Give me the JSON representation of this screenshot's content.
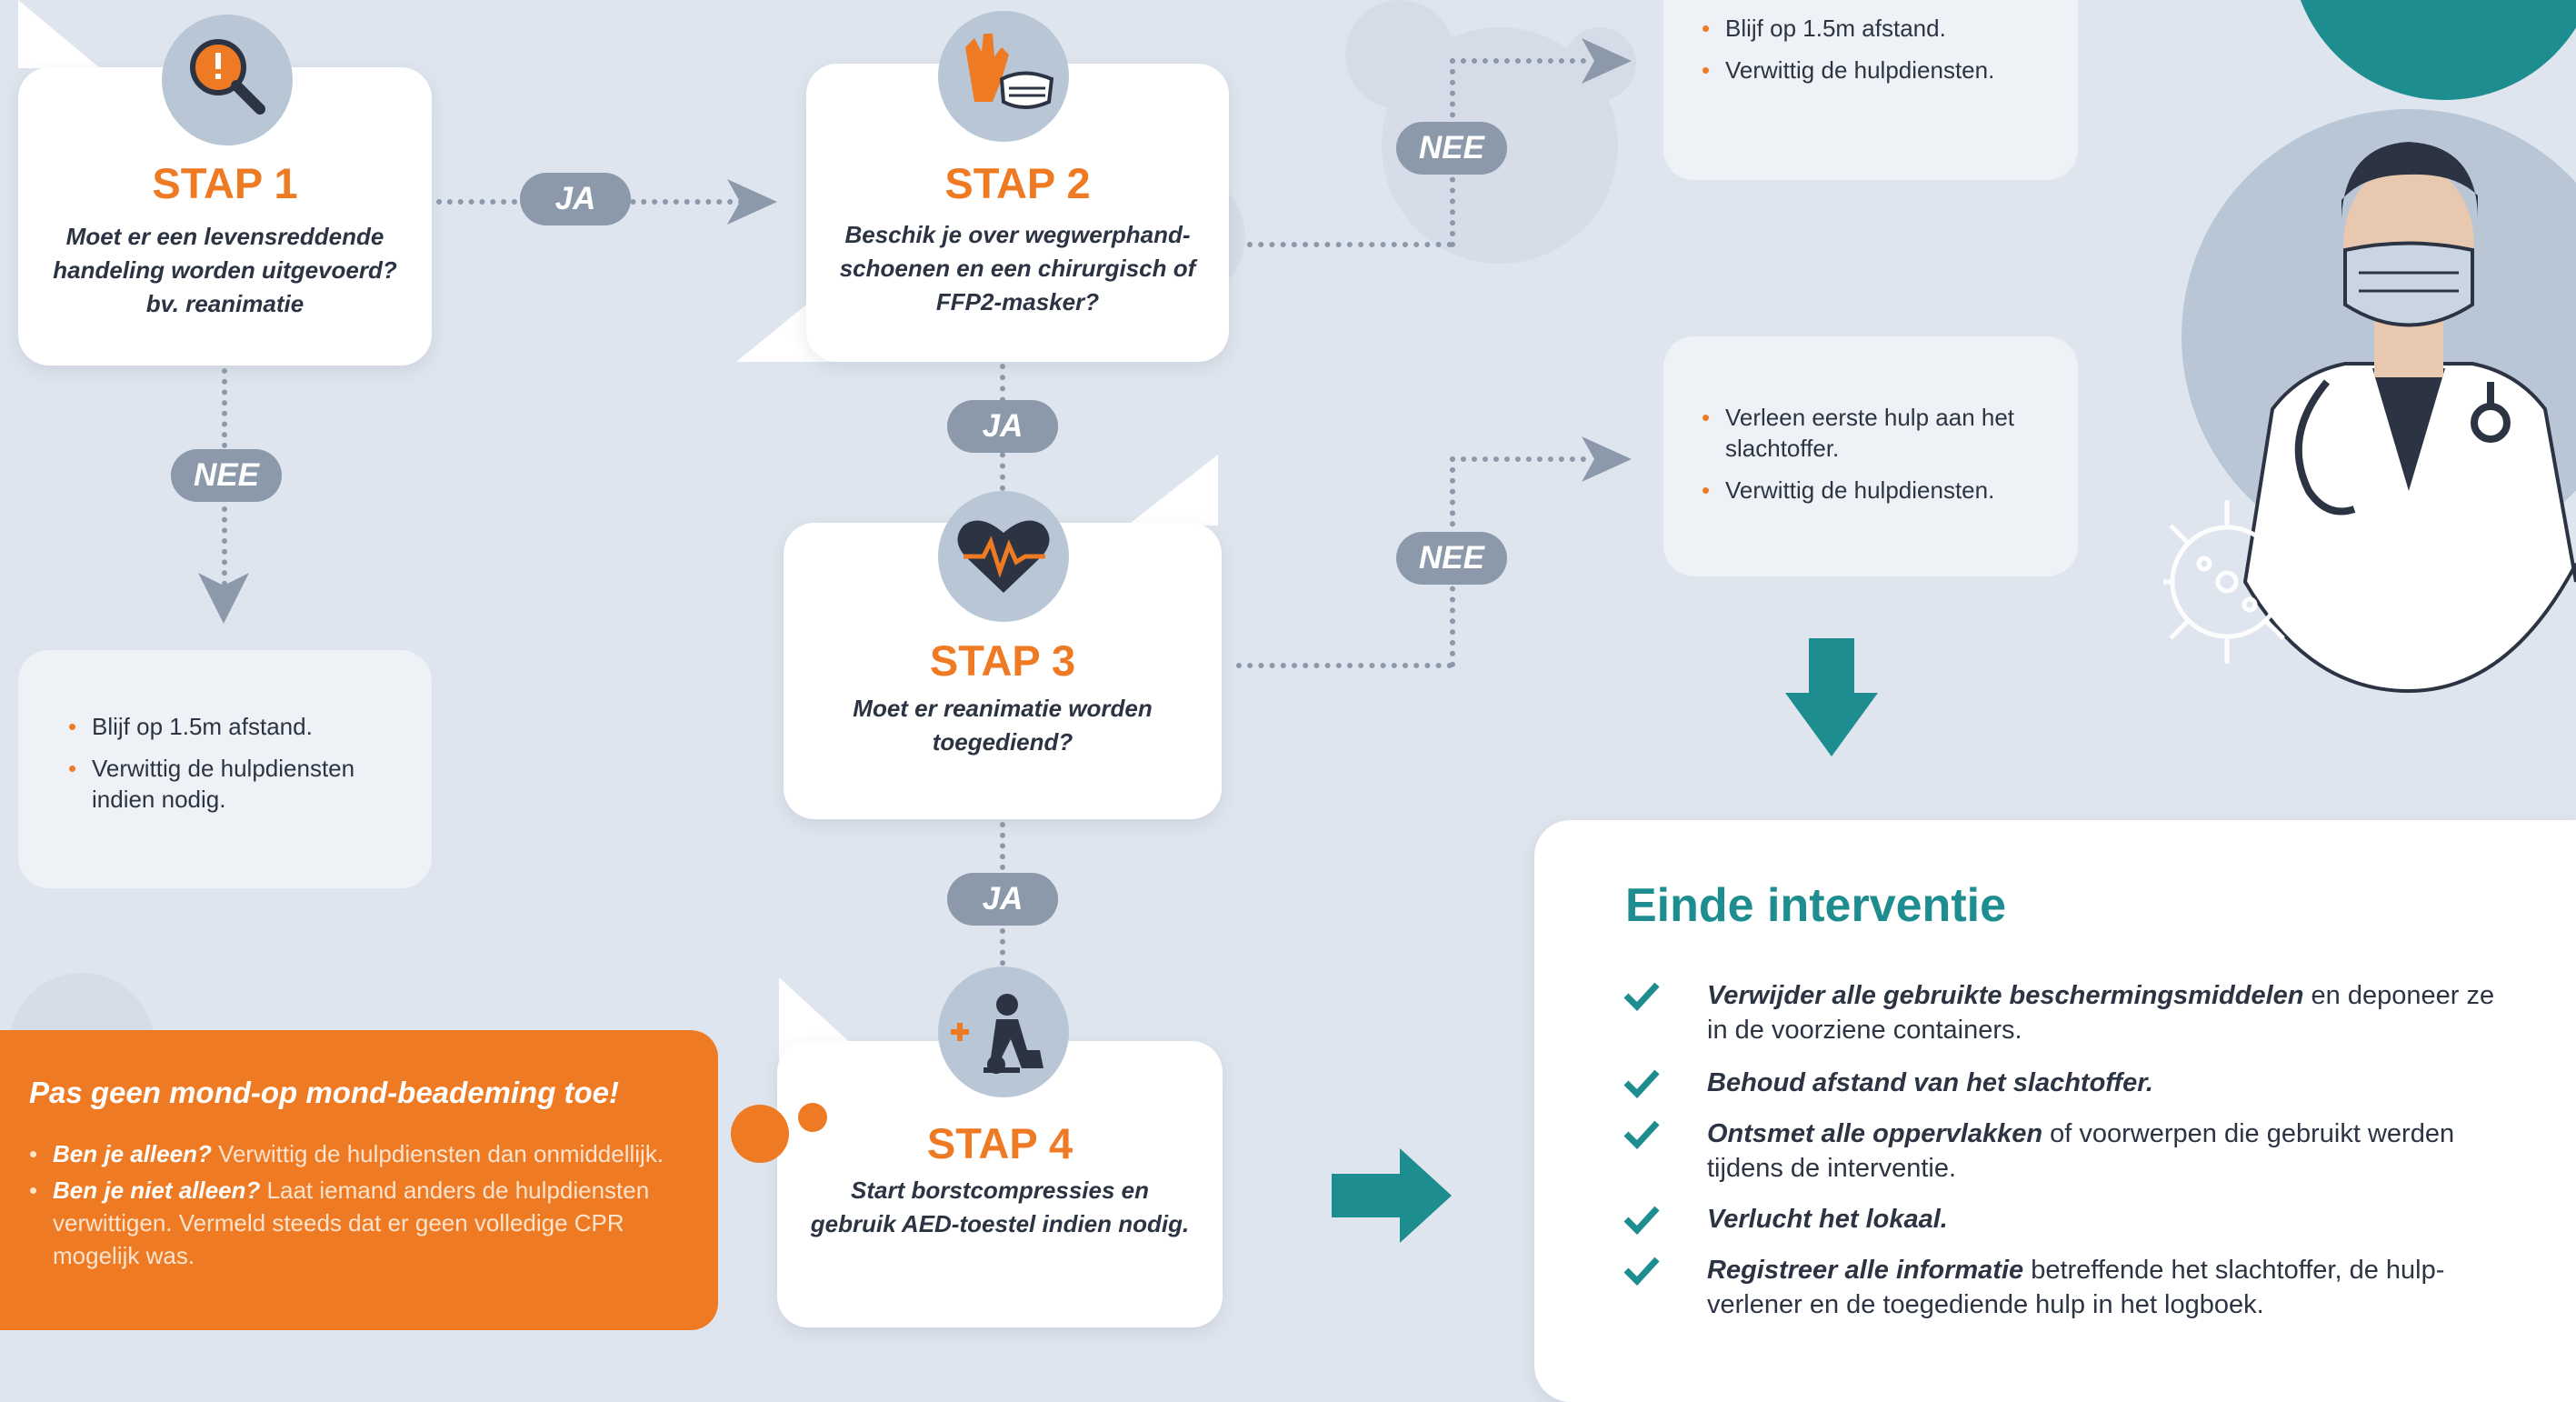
{
  "colors": {
    "orange": "#ef7a24",
    "teal": "#1d8d8f",
    "connector": "#8c99aa",
    "background": "#dfe5ee",
    "navy": "#2c3444"
  },
  "step1": {
    "title": "STAP 1",
    "question": [
      "Moet er een levensreddende",
      "handeling worden uitgevoerd?",
      "bv. reanimatie"
    ],
    "icon": "search-alert-icon"
  },
  "step2": {
    "title": "STAP 2",
    "question": [
      "Beschik je over wegwerphand-",
      "schoenen en een chirurgisch of",
      "FFP2-masker?"
    ],
    "icon": "gloves-mask-icon"
  },
  "step3": {
    "title": "STAP 3",
    "question": [
      "Moet er reanimatie worden",
      "toegediend?"
    ],
    "icon": "heart-pulse-icon"
  },
  "step4": {
    "title": "STAP 4",
    "question": [
      "Start borstcompressies en",
      "gebruik AED-toestel indien nodig."
    ],
    "icon": "cpr-icon"
  },
  "labels": {
    "ja1": "JA",
    "ja2": "JA",
    "ja3": "JA",
    "nee1": "NEE",
    "nee2": "NEE",
    "nee3": "NEE"
  },
  "box_step1_no": {
    "items": [
      "Blijf op 1.5m afstand.",
      "Verwittig de hulpdiensten indien nodig."
    ]
  },
  "box_step2_no": {
    "items": [
      "Blijf op 1.5m afstand.",
      "Verwittig de hulpdiensten."
    ]
  },
  "box_step3_no": {
    "items": [
      "Verleen eerste hulp aan het slachtoffer.",
      "Verwittig de hulpdiensten."
    ]
  },
  "warning": {
    "title": "Pas geen mond-op mond-beademing toe!",
    "items": [
      {
        "bold": "Ben je alleen?",
        "text": " Verwittig de hulpdiensten dan onmiddellijk."
      },
      {
        "bold": "Ben je niet alleen?",
        "text": " Laat iemand anders de hulpdiensten verwittigen. Vermeld steeds dat er geen volledige CPR mogelijk was."
      }
    ]
  },
  "end": {
    "title": "Einde interventie",
    "items": [
      {
        "bold": "Verwijder alle gebruikte beschermingsmiddelen",
        "text": " en deponeer ze in de voorziene containers."
      },
      {
        "bold": "Behoud afstand van het slachtoffer.",
        "text": ""
      },
      {
        "bold": "Ontsmet alle oppervlakken",
        "text": " of voorwerpen die gebruikt werden tijdens de interventie."
      },
      {
        "bold": "Verlucht het lokaal.",
        "text": ""
      },
      {
        "bold": "Registreer alle informatie",
        "text": " betreffende het slachtoffer, de hulp-verlener en de toegediende hulp in het logboek."
      }
    ]
  }
}
